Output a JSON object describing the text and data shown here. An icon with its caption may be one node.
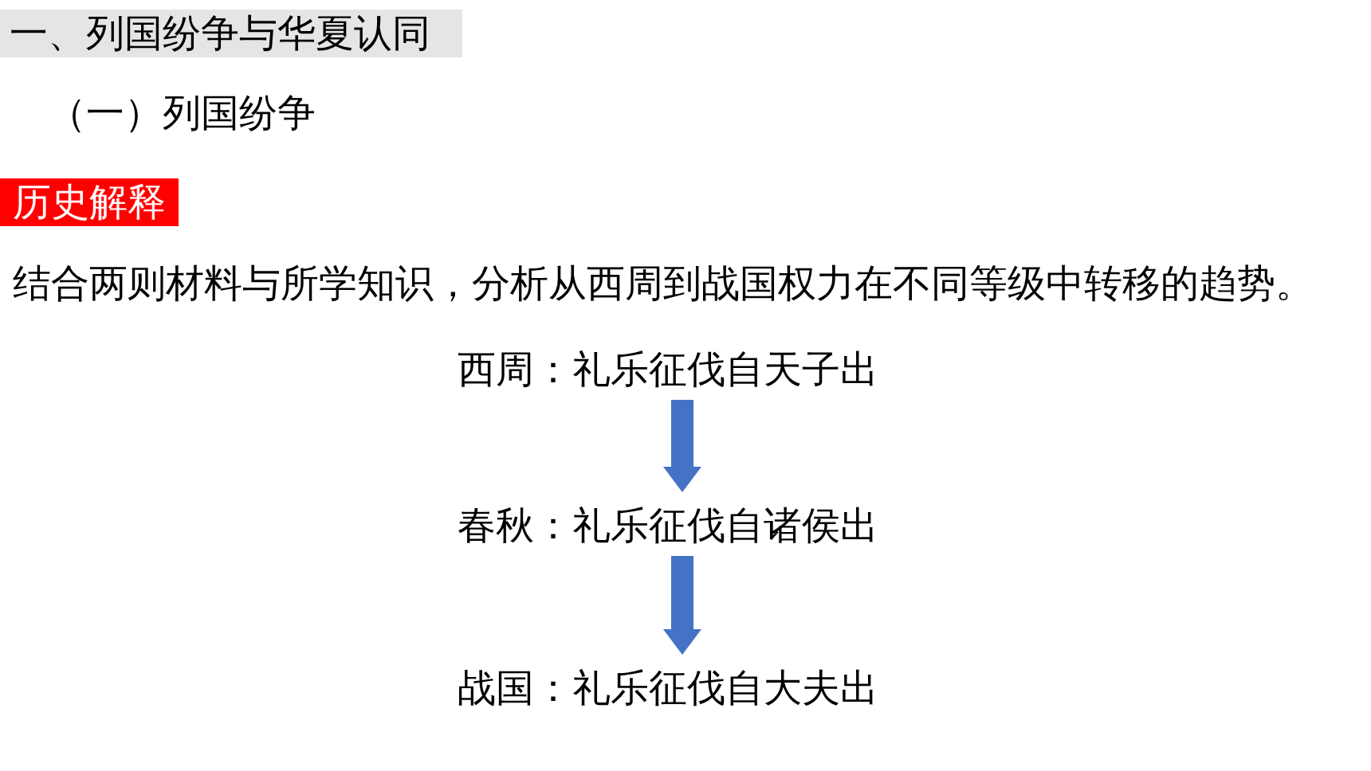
{
  "diagram": {
    "title": "一、列国纷争与华夏认同",
    "nodes": [
      {
        "text": [
          "历史解释"
        ]
      },
      {
        "text": [
          "西周：礼乐征伐自天子出"
        ]
      },
      {
        "text": [
          "春秋：礼乐征伐自诸侯出"
        ]
      },
      {
        "text": [
          "战国：礼乐征伐自大夫出"
        ]
      }
    ],
    "edges": [
      {
        "from": 1,
        "to": 2,
        "arrow": "to"
      },
      {
        "from": 2,
        "to": 3,
        "arrow": "to"
      }
    ],
    "labels": [
      "（一）列国纷争",
      "结合两则材料与所学知识，分析从西周到战国权力在不同等级中转移的趋势。"
    ]
  }
}
